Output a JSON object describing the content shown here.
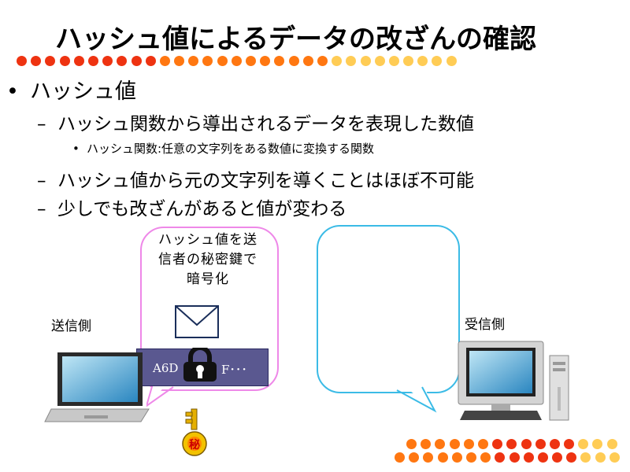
{
  "slide": {
    "title": "ハッシュ値によるデータの改ざんの確認"
  },
  "colors": {
    "dot_red": "#ee3311",
    "dot_orange": "#ff7711",
    "dot_light": "#ffcc55",
    "pink_callout": "#ee88e8",
    "blue_callout": "#3bbbe6",
    "data_bar": "#5a5890"
  },
  "bullets": {
    "level1": {
      "marker": "•",
      "text": "ハッシュ値"
    },
    "level2a": {
      "marker": "–",
      "text": "ハッシュ関数から導出されるデータを表現した数値"
    },
    "level3": {
      "marker": "•",
      "text": "ハッシュ関数:任意の文字列をある数値に変換する関数"
    },
    "level2b": {
      "marker": "–",
      "text": "ハッシュ値から元の文字列を導くことはほぼ不可能"
    },
    "level2c": {
      "marker": "–",
      "text": "少しでも改ざんがあると値が変わる"
    }
  },
  "diagram": {
    "sender_label": "送信側",
    "receiver_label": "受信側",
    "callout_lines": [
      "ハッシュ値を送",
      "信者の秘密鍵で",
      "暗号化"
    ],
    "data_prefix": "A6D",
    "data_suffix": "F･･･",
    "key_glyph": "秘"
  },
  "icons": {
    "envelope": "envelope-icon",
    "lock": "padlock-icon",
    "key": "key-icon",
    "laptop": "laptop-icon",
    "desktop": "desktop-computer-icon"
  }
}
